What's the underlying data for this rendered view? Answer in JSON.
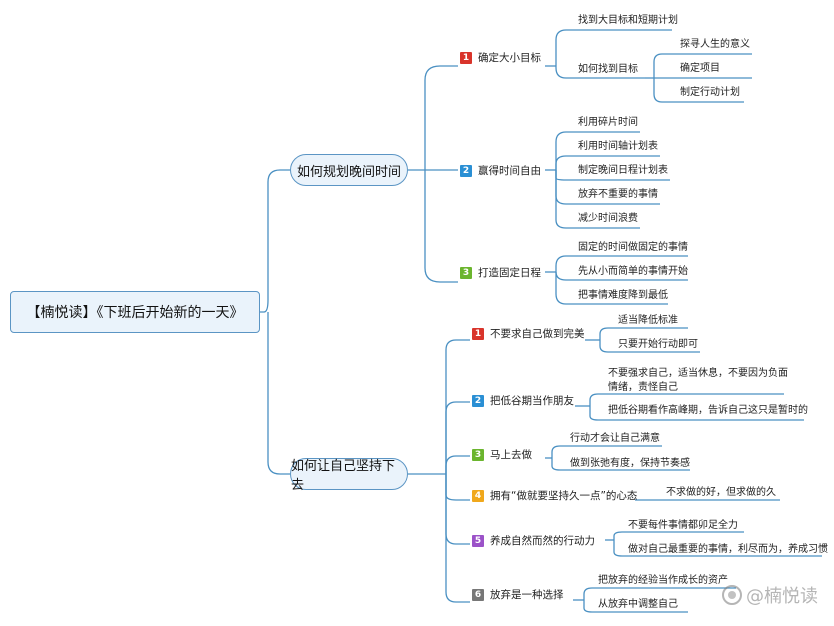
{
  "root": {
    "label": "【楠悦读】《下班后开始新的一天》"
  },
  "branches": [
    {
      "label": "如何规划晚间时间",
      "children": [
        {
          "num": "1",
          "color": "#d9342b",
          "label": "确定大小目标",
          "children": [
            {
              "label": "找到大目标和短期计划"
            },
            {
              "label": "如何找到目标",
              "children": [
                "探寻人生的意义",
                "确定项目",
                "制定行动计划"
              ]
            }
          ]
        },
        {
          "num": "2",
          "color": "#2a8fd4",
          "label": "赢得时间自由",
          "children": [
            {
              "label": "利用碎片时间"
            },
            {
              "label": "利用时间轴计划表"
            },
            {
              "label": "制定晚间日程计划表"
            },
            {
              "label": "放弃不重要的事情"
            },
            {
              "label": "减少时间浪费"
            }
          ]
        },
        {
          "num": "3",
          "color": "#6bb52e",
          "label": "打造固定日程",
          "children": [
            {
              "label": "固定的时间做固定的事情"
            },
            {
              "label": "先从小而简单的事情开始"
            },
            {
              "label": "把事情难度降到最低"
            }
          ]
        }
      ]
    },
    {
      "label": "如何让自己坚持下去",
      "children": [
        {
          "num": "1",
          "color": "#d9342b",
          "label": "不要求自己做到完美",
          "children": [
            {
              "label": "适当降低标准"
            },
            {
              "label": "只要开始行动即可"
            }
          ]
        },
        {
          "num": "2",
          "color": "#2a8fd4",
          "label": "把低谷期当作朋友",
          "children": [
            {
              "label": "不要强求自己，适当休息，不要因为负面情绪，责怪自己"
            },
            {
              "label": "把低谷期看作高峰期，告诉自己这只是暂时的"
            }
          ]
        },
        {
          "num": "3",
          "color": "#6bb52e",
          "label": "马上去做",
          "children": [
            {
              "label": "行动才会让自己满意"
            },
            {
              "label": "做到张弛有度，保持节奏感"
            }
          ]
        },
        {
          "num": "4",
          "color": "#f0a81c",
          "label": "拥有“做就要坚持久一点”的心态",
          "children": [
            {
              "label": "不求做的好，但求做的久"
            }
          ]
        },
        {
          "num": "5",
          "color": "#9b52c8",
          "label": "养成自然而然的行动力",
          "children": [
            {
              "label": "不要每件事情都卯足全力"
            },
            {
              "label": "做对自己最重要的事情，利尽而为，养成习惯"
            }
          ]
        },
        {
          "num": "6",
          "color": "#777777",
          "label": "放弃是一种选择",
          "children": [
            {
              "label": "把放弃的经验当作成长的资产"
            },
            {
              "label": "从放弃中调整自己"
            }
          ]
        }
      ]
    }
  ],
  "watermark": {
    "text": "@楠悦读"
  }
}
